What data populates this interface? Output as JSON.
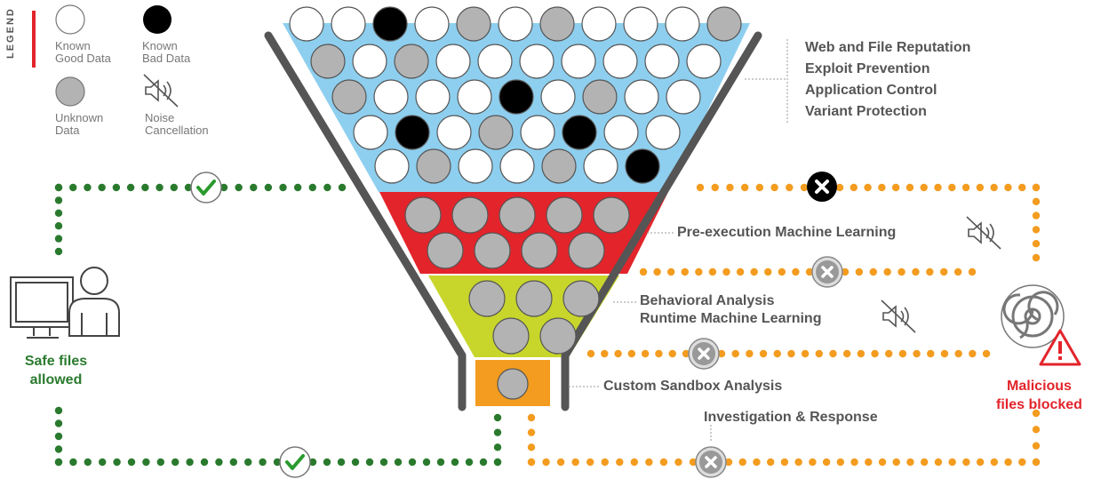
{
  "legend": {
    "title": "LEGEND",
    "known_good": [
      "Known",
      "Good Data"
    ],
    "known_bad": [
      "Known",
      "Bad Data"
    ],
    "unknown": [
      "Unknown",
      "Data"
    ],
    "noise": [
      "Noise",
      "Cancellation"
    ]
  },
  "layers": {
    "top": [
      "Web and File Reputation",
      "Exploit Prevention",
      "Application Control",
      "Variant Protection"
    ],
    "pre_execution": "Pre-execution Machine Learning",
    "behavioral": [
      "Behavioral Analysis",
      "Runtime Machine Learning"
    ],
    "sandbox": "Custom Sandbox Analysis",
    "investigation": "Investigation & Response"
  },
  "outcomes": {
    "safe": [
      "Safe files",
      "allowed"
    ],
    "malicious": [
      "Malicious",
      "files blocked"
    ]
  },
  "colors": {
    "blue_layer": "#8ecfef",
    "red_layer": "#e3242b",
    "lime_layer": "#c8d62b",
    "orange_layer": "#f39c1f",
    "green_path": "#2a7a2e",
    "orange_path": "#f39c1f",
    "data_good": "#ffffff",
    "data_bad": "#000000",
    "data_unknown": "#b3b3b3"
  },
  "balls": {
    "top_rows": [
      [
        "good",
        "good",
        "bad",
        "good",
        "unknown",
        "good",
        "unknown",
        "good",
        "good",
        "good",
        "unknown"
      ],
      [
        "unknown",
        "good",
        "unknown",
        "good",
        "good",
        "good",
        "good",
        "good",
        "good",
        "good"
      ],
      [
        "unknown",
        "good",
        "good",
        "good",
        "bad",
        "good",
        "unknown",
        "good",
        "good"
      ],
      [
        "good",
        "bad",
        "good",
        "unknown",
        "good",
        "bad",
        "good",
        "good"
      ],
      [
        "good",
        "unknown",
        "good",
        "good",
        "unknown",
        "good",
        "bad"
      ]
    ],
    "red_rows": [
      5,
      4
    ],
    "lime_rows": [
      3,
      2
    ],
    "orange_rows": [
      1
    ]
  }
}
